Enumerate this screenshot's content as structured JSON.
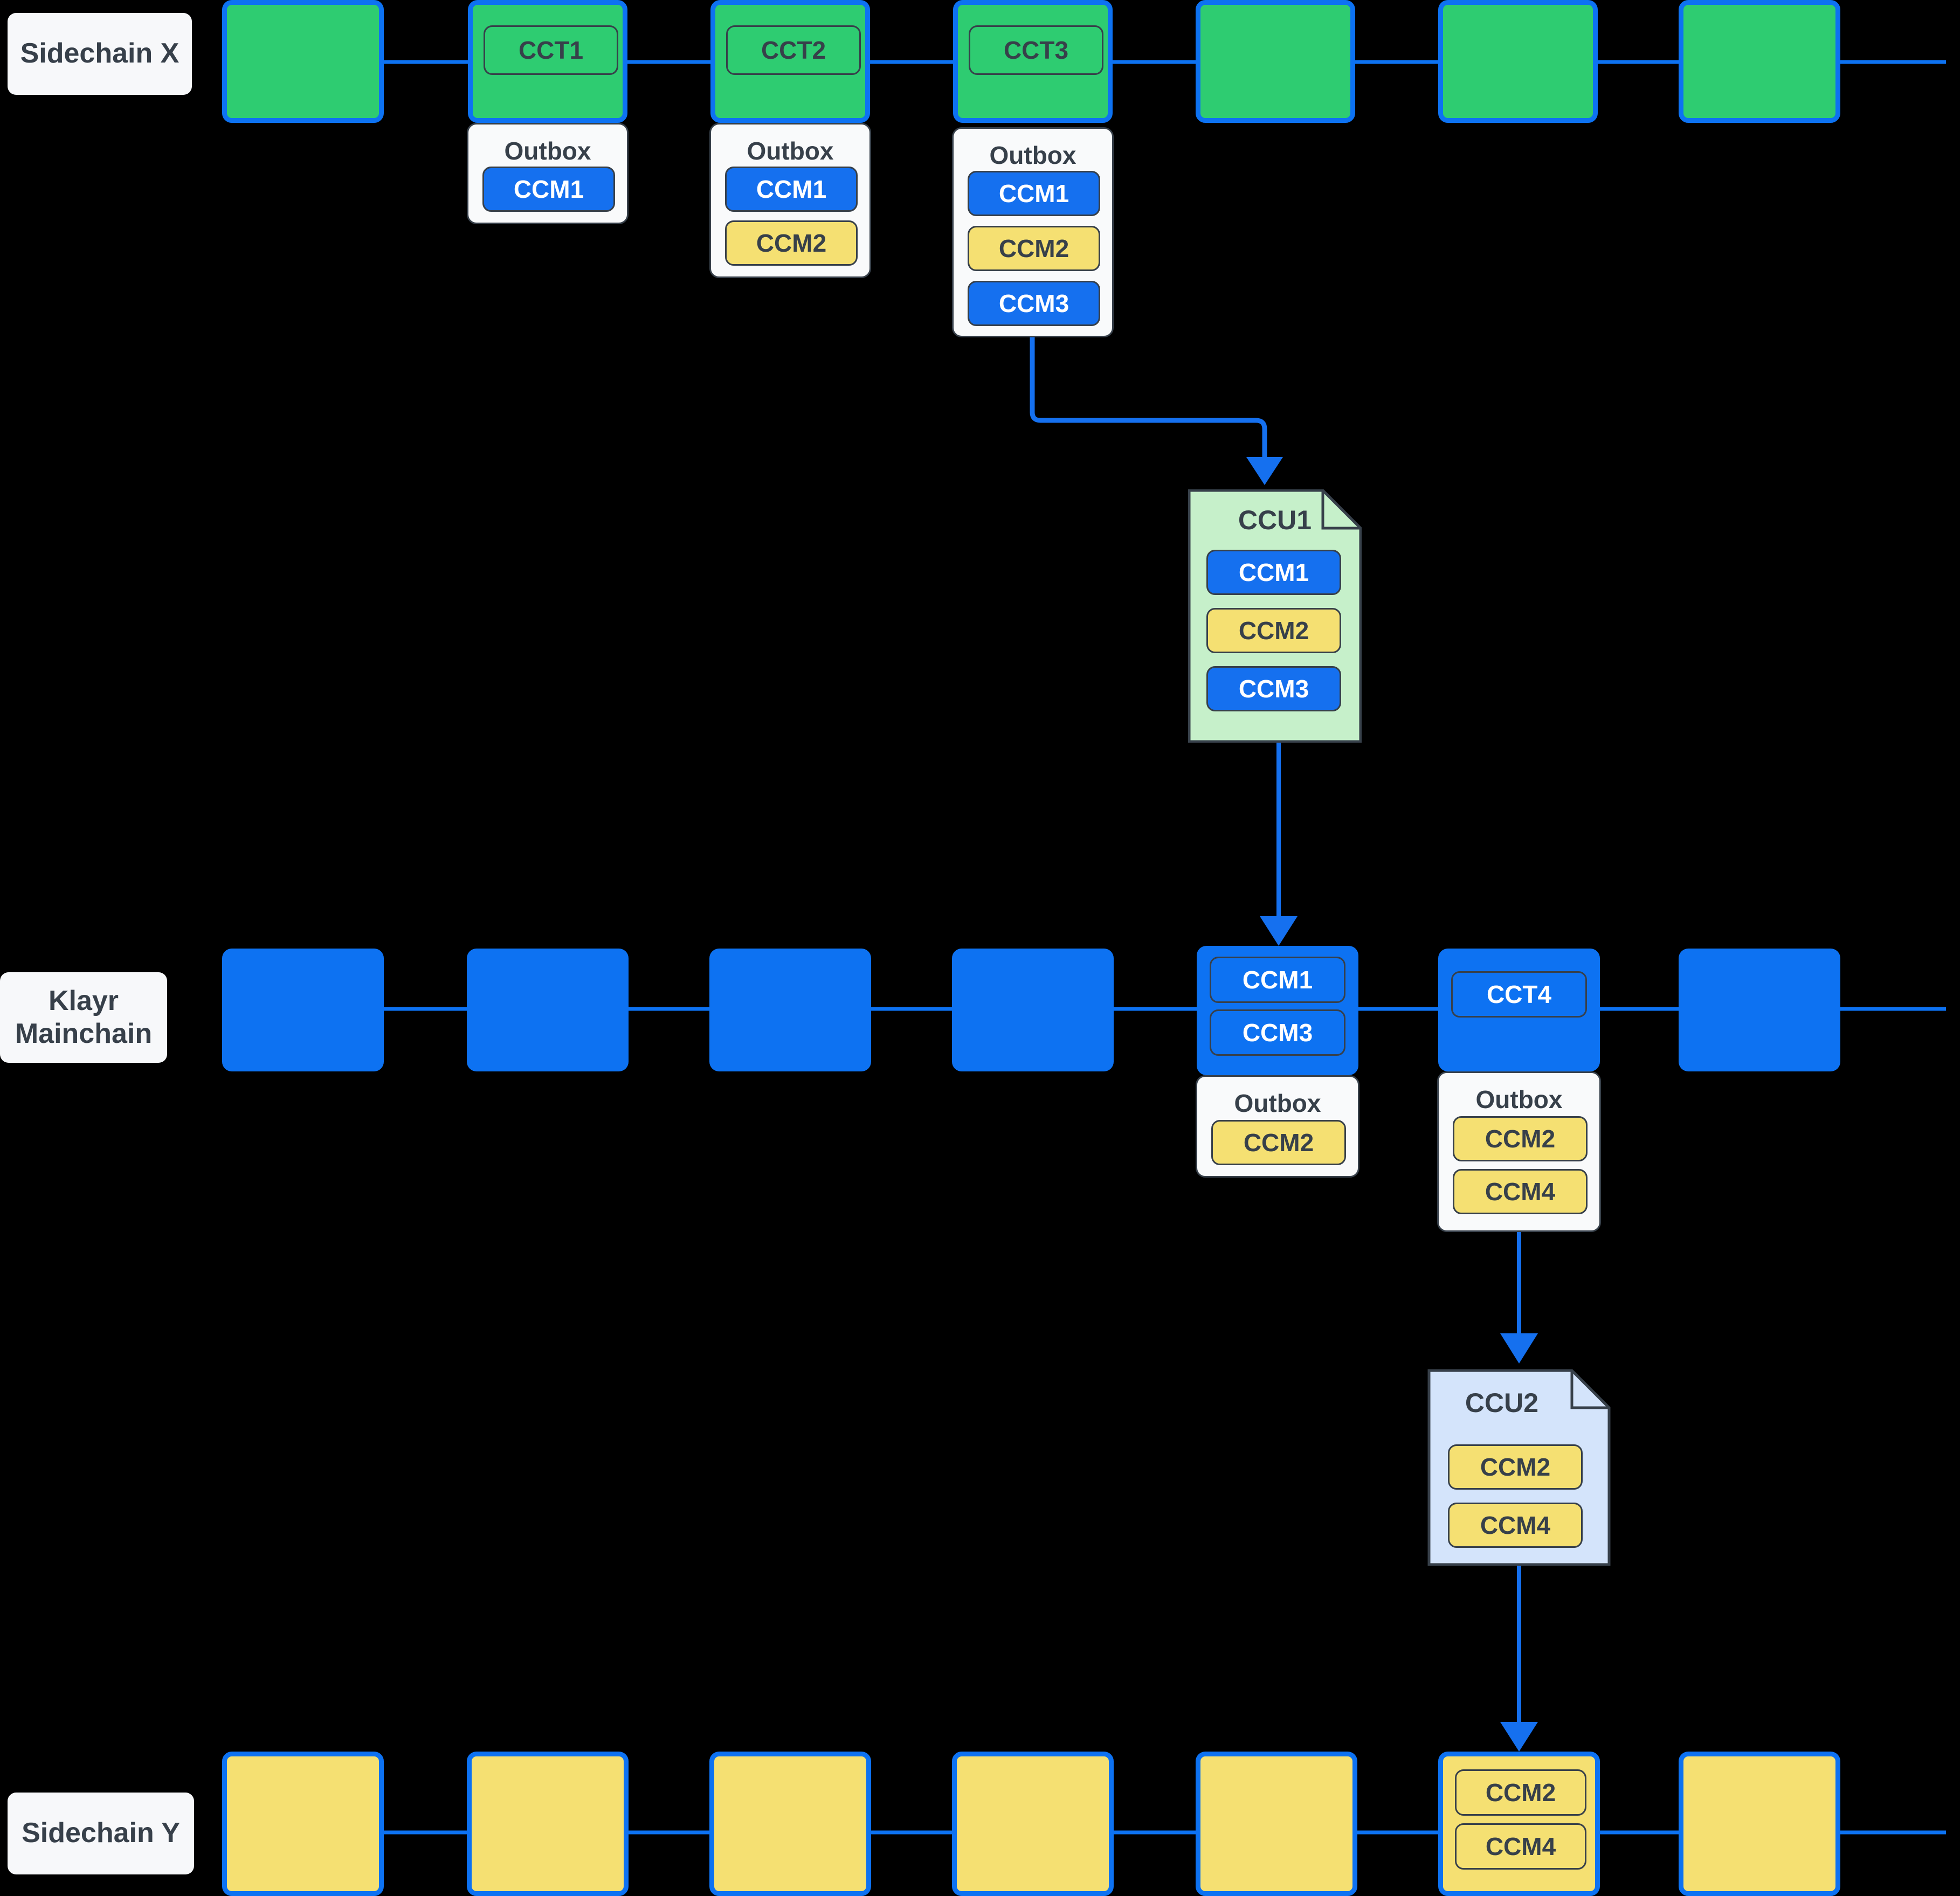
{
  "colors": {
    "background": "#000000",
    "sidechain_x_block": "#2ecc71",
    "mainchain_block": "#0d72f2",
    "sidechain_y_block": "#f5e072",
    "connector": "#0d72f2",
    "ccm_blue": "#1570ef",
    "ccm_yellow": "#f5e072",
    "ccu1_fill": "#c6f0ca",
    "ccu2_fill": "#d4e4fb",
    "label_pill": "#f7f8fa",
    "text_dark": "#37404a"
  },
  "lanes": [
    {
      "id": "sidechain-x",
      "label": "Sidechain X"
    },
    {
      "id": "klayr-mainchain",
      "label": "Klayr\nMainchain",
      "label_line1": "Klayr",
      "label_line2": "Mainchain"
    },
    {
      "id": "sidechain-y",
      "label": "Sidechain Y"
    }
  ],
  "sidechain_x": {
    "label": "Sidechain X",
    "blocks": [
      {
        "index": 1,
        "tx": null,
        "outbox": null
      },
      {
        "index": 2,
        "tx": "CCT1",
        "outbox": {
          "title": "Outbox",
          "messages": [
            {
              "label": "CCM1",
              "color": "blue"
            }
          ]
        }
      },
      {
        "index": 3,
        "tx": "CCT2",
        "outbox": {
          "title": "Outbox",
          "messages": [
            {
              "label": "CCM1",
              "color": "blue"
            },
            {
              "label": "CCM2",
              "color": "yellow"
            }
          ]
        }
      },
      {
        "index": 4,
        "tx": "CCT3",
        "outbox": {
          "title": "Outbox",
          "messages": [
            {
              "label": "CCM1",
              "color": "blue"
            },
            {
              "label": "CCM2",
              "color": "yellow"
            },
            {
              "label": "CCM3",
              "color": "blue"
            }
          ]
        }
      },
      {
        "index": 5,
        "tx": null,
        "outbox": null
      },
      {
        "index": 6,
        "tx": null,
        "outbox": null
      },
      {
        "index": 7,
        "tx": null,
        "outbox": null
      }
    ]
  },
  "mainchain": {
    "label_line1": "Klayr",
    "label_line2": "Mainchain",
    "blocks": [
      {
        "index": 1,
        "items": [],
        "outbox": null
      },
      {
        "index": 2,
        "items": [],
        "outbox": null
      },
      {
        "index": 3,
        "items": [],
        "outbox": null
      },
      {
        "index": 4,
        "items": [],
        "outbox": null
      },
      {
        "index": 5,
        "items": [
          {
            "label": "CCM1"
          },
          {
            "label": "CCM3"
          }
        ],
        "outbox": {
          "title": "Outbox",
          "messages": [
            {
              "label": "CCM2",
              "color": "yellow"
            }
          ]
        }
      },
      {
        "index": 6,
        "items": [
          {
            "label": "CCT4"
          }
        ],
        "outbox": {
          "title": "Outbox",
          "messages": [
            {
              "label": "CCM2",
              "color": "yellow"
            },
            {
              "label": "CCM4",
              "color": "yellow"
            }
          ]
        }
      },
      {
        "index": 7,
        "items": [],
        "outbox": null
      }
    ]
  },
  "sidechain_y": {
    "label": "Sidechain Y",
    "blocks": [
      {
        "index": 1,
        "items": []
      },
      {
        "index": 2,
        "items": []
      },
      {
        "index": 3,
        "items": []
      },
      {
        "index": 4,
        "items": []
      },
      {
        "index": 5,
        "items": []
      },
      {
        "index": 6,
        "items": [
          {
            "label": "CCM2"
          },
          {
            "label": "CCM4"
          }
        ]
      },
      {
        "index": 7,
        "items": []
      }
    ]
  },
  "ccus": [
    {
      "id": "ccu1",
      "title": "CCU1",
      "fill": "#c6f0ca",
      "messages": [
        {
          "label": "CCM1",
          "color": "blue"
        },
        {
          "label": "CCM2",
          "color": "yellow"
        },
        {
          "label": "CCM3",
          "color": "blue"
        }
      ],
      "from": "sidechain-x-block-4-outbox",
      "to": "mainchain-block-5"
    },
    {
      "id": "ccu2",
      "title": "CCU2",
      "fill": "#d4e4fb",
      "messages": [
        {
          "label": "CCM2",
          "color": "yellow"
        },
        {
          "label": "CCM4",
          "color": "yellow"
        }
      ],
      "from": "mainchain-block-6-outbox",
      "to": "sidechain-y-block-6"
    }
  ]
}
